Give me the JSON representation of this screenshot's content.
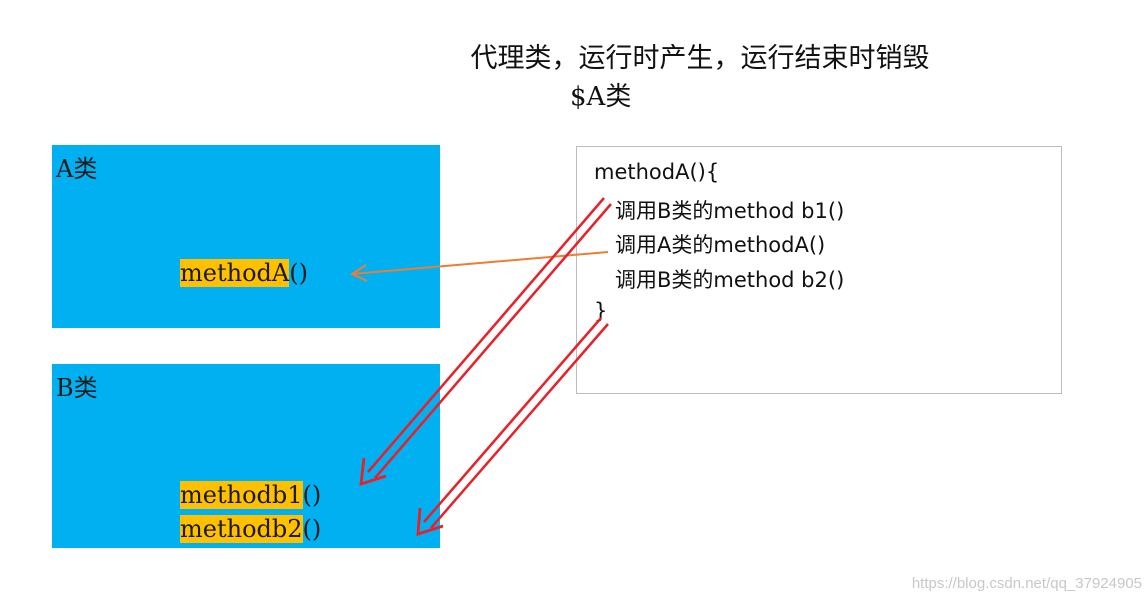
{
  "title": "代理类，运行时产生，运行结束时销毁",
  "subtitle": "$A类",
  "class_a": {
    "label": "A类",
    "method": "methodA",
    "parens": "()"
  },
  "class_b": {
    "label": "B类",
    "methods": [
      {
        "name": "methodb1",
        "parens": "()"
      },
      {
        "name": "methodb2",
        "parens": "()"
      }
    ]
  },
  "proxy": {
    "lines": [
      "methodA(){",
      "调用B类的method b1()",
      "调用A类的methodA()",
      "调用B类的method b2()",
      "}"
    ]
  },
  "watermark": "https://blog.csdn.net/qq_37924905",
  "colors": {
    "box_fill": "#00b0f0",
    "highlight": "#ffc000",
    "arrow_red": "#e8202a",
    "arrow_orange": "#ed7d31"
  }
}
